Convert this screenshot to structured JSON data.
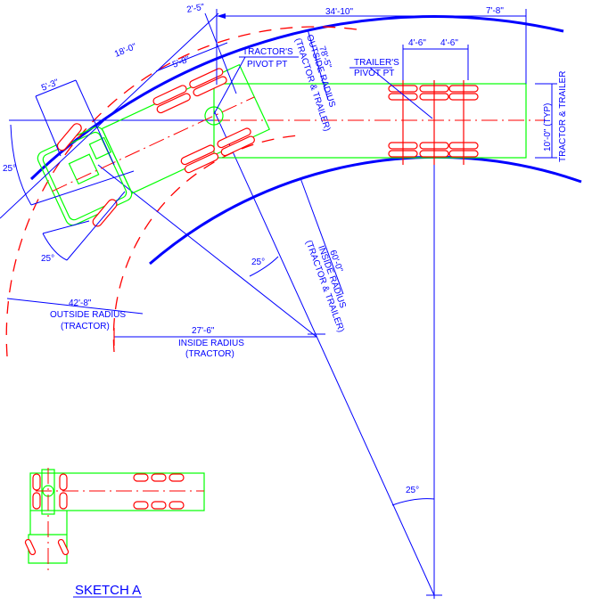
{
  "title": "SKETCH A",
  "colors": {
    "dimension": "#0000ff",
    "vehicle": "#00ff00",
    "wheels": "#ff0000"
  },
  "dimensions": {
    "overall_top": "34'-10\"",
    "rear_overhang": "7'-8\"",
    "axle_spacing_1": "4'-6\"",
    "axle_spacing_2": "4'-6\"",
    "pivot_offset": "2'-5\"",
    "tractor_length": "18'-0\"",
    "tractor_wheelbase_offset": "5'-8\"",
    "front_overhang": "5'-3\"",
    "outside_radius_tt": "78'-5\"",
    "width": "10'-0\" (TYP)",
    "inside_radius_tt": "60'-0\"",
    "outside_radius_tractor": "42'-8\"",
    "inside_radius_tractor": "27'-6\""
  },
  "angles": {
    "a1": "25°",
    "a2": "25°",
    "a3": "25°",
    "a4": "25°"
  },
  "labels": {
    "tractor_pivot_1": "TRACTOR'S",
    "tractor_pivot_2": "PIVOT PT",
    "trailer_pivot_1": "TRAILER'S",
    "trailer_pivot_2": "PIVOT PT",
    "outside_radius": "OUTSIDE RADIUS",
    "tractor_trailer_paren": "(TRACTOR & TRAILER)",
    "tractor_trailer": "TRACTOR & TRAILER",
    "inside_radius": "INSIDE RADIUS",
    "inside_tt_paren": "(TRACTOR & TRAILER)",
    "outside_radius_tr": "OUTSIDE RADIUS",
    "tractor_paren_1": "(TRACTOR)",
    "inside_radius_tr": "INSIDE RADIUS",
    "tractor_paren_2": "(TRACTOR)"
  }
}
